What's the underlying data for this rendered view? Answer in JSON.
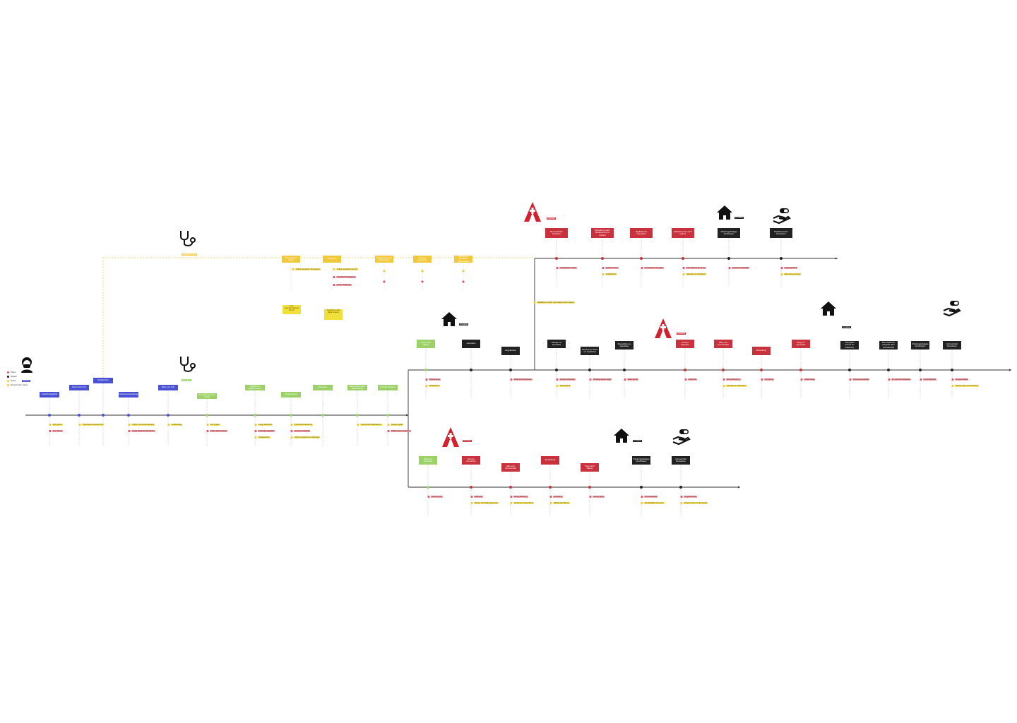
{
  "legend": {
    "items": [
      {
        "label": "Pains",
        "color": "#e0566c"
      },
      {
        "label": "Read-I",
        "color": "#111111"
      },
      {
        "label": "Gains",
        "color": "#f2c83b"
      },
      {
        "label": "Opportunity Gains",
        "color": "#f2c83b"
      }
    ],
    "persona_label": "Persona"
  },
  "colors": {
    "blue": "#4a52d3",
    "green": "#9bd167",
    "yellow": "#f2c83b",
    "red": "#c9313c",
    "black": "#222222",
    "line": "#333333"
  },
  "tags": {
    "doctor_top": "Arztpraxis Online",
    "doctor_main": "Arztpraxis",
    "home_mid": "zu Hause",
    "home_right": "zu Hause",
    "home_top": "zu Hause",
    "home_bottom": "zu Hause",
    "pharmacy_top": "Apotheke",
    "pharmacy_mid": "Apotheke",
    "pharmacy_bottom": "Apotheke"
  },
  "timeline_main": {
    "steps": [
      {
        "label": "Krankheitsgefühl",
        "color": "blue"
      },
      {
        "label": "Anruf beim Arzt",
        "color": "blue"
      },
      {
        "label": "Vergleichen",
        "color": "blue"
      },
      {
        "label": "Terminvereinbarung",
        "color": "blue"
      },
      {
        "label": "Weg zum Arzt",
        "color": "blue"
      },
      {
        "label": "Anmeldung in der Praxis",
        "color": "green"
      },
      {
        "label": "Warten im Wartezimmer",
        "color": "green"
      },
      {
        "label": "Arztgespräch",
        "color": "green"
      },
      {
        "label": "Diagnose",
        "color": "green"
      },
      {
        "label": "Besprechen der Behandlung",
        "color": "green"
      },
      {
        "label": "Rezept erhalten",
        "color": "green"
      }
    ],
    "notes": [
      [
        "Zeit sparen",
        "Kein Stress"
      ],
      [
        "Unsicherheit welcher Arzt"
      ],
      [],
      [
        "Online Terminvereinbarung",
        "Lange Wartezeit auf Termin"
      ],
      [
        "Anfahrtsweg"
      ],
      [
        "Zeit sparen",
        "Volles Wartezimmer"
      ],
      [
        "Lange Wartezeit",
        "Ansteckungsgefahr",
        "Unangenehm"
      ],
      [
        "Persönliche Beratung",
        "Arzt hat wenig Zeit",
        "Online Gespräch von Zuhause"
      ],
      [],
      [
        "Unsicherheit Medikament"
      ],
      [
        "Rezept digital",
        "Papierrezept vergessen"
      ]
    ]
  },
  "timeline_online": {
    "steps": [
      {
        "label": "Vorgespräch digital"
      },
      {
        "label": "Diagnose"
      },
      {
        "label": "Besprechen der Behandlung"
      },
      {
        "label": "Rezept ausstellen"
      },
      {
        "label": "Rezept an Apotheke übermitteln"
      }
    ],
    "notes": [
      [
        "Online Gespräch: Zeit sparen"
      ],
      [
        "Online Gespräch mit Arzt",
        "Unsicherheit Diagnose",
        "falsche Diagnose"
      ],
      [],
      [],
      []
    ],
    "stickies": [
      "Idee: Videosprechstunde mit Arzt",
      "Symptome vorab digital erfassen"
    ]
  },
  "timeline_top": {
    "steps": [
      {
        "label": "Bei Apotheke bestellen",
        "color": "red"
      },
      {
        "label": "Bestellung nach Medikament zu Patient",
        "color": "red"
      },
      {
        "label": "Medikament Übergabe",
        "color": "red"
      },
      {
        "label": "Medikamente nach Hause",
        "color": "red"
      },
      {
        "label": "Packungsbeilage durchlesen",
        "color": "black"
      },
      {
        "label": "Medikamenten Einnahme",
        "color": "black"
      }
    ],
    "notes": [
      [
        "Verfügbarkeit unklar"
      ],
      [
        "Lieferzeit hoch",
        "Unsicherheit"
      ],
      [
        "Kontaktlose Übergabe"
      ],
      [
        "Keine Beratung vor Ort",
        "Hinweise zur Einnahme"
      ],
      [
        "Schwer verständlich"
      ],
      [
        "Vergesslichkeit",
        "Erinnerung per App"
      ]
    ],
    "side_note": "Medikament direkt nach Hause liefern lassen"
  },
  "timeline_mid": {
    "steps": [
      {
        "label": "Weg nach Hause",
        "color": "green"
      },
      {
        "label": "Ausruhen",
        "color": "black"
      },
      {
        "label": "Ergebnisse",
        "color": "black"
      },
      {
        "label": "Rezept zur Apotheke",
        "color": "black"
      },
      {
        "label": "Rezept per Post zur Apotheke",
        "color": "black"
      },
      {
        "label": "Rezeptfoto an Apotheke",
        "color": "black"
      },
      {
        "label": "Rezept abgeben",
        "color": "red"
      },
      {
        "label": "Hilfe zum Arzneimittel",
        "color": "red"
      },
      {
        "label": "Bezahlung",
        "color": "red"
      },
      {
        "label": "Weg zur Apotheke",
        "color": "red"
      },
      {
        "label": "Übergabe Arznei an Patienten",
        "color": "black"
      },
      {
        "label": "Informationen Vergabe über Arzneimittel",
        "color": "black"
      },
      {
        "label": "Packungsbeilage durchlesen",
        "color": "black"
      },
      {
        "label": "Arzneimittel Einnahme",
        "color": "black"
      }
    ],
    "notes": [
      [
        "Anstrengung",
        "Zeitaufwand"
      ],
      [],
      [
        "Wartezeit Ergebnisse"
      ],
      [
        "Rezept vergessen",
        "Zeitaufwand"
      ],
      [
        "Postweg dauert lange"
      ],
      [
        "Datenschutz"
      ],
      [
        "Wartezeit"
      ],
      [
        "Wenig Beratung",
        "Hinweise zur Einnahme"
      ],
      [
        "Zuzahlung"
      ],
      [
        "Anfahrtsweg"
      ],
      [
        "Ansteckungsgefahr"
      ],
      [
        "Zu viele Informationen"
      ],
      [
        "Unverständlich"
      ],
      [
        "Vergesslichkeit",
        "Erinnerungen zur Einnahme"
      ]
    ]
  },
  "timeline_bottom": {
    "steps": [
      {
        "label": "Weg zur Apotheke",
        "color": "green"
      },
      {
        "label": "Rezept einreichen",
        "color": "red"
      },
      {
        "label": "Hilfe zum Arzneimittel",
        "color": "red"
      },
      {
        "label": "Bezahlung",
        "color": "red"
      },
      {
        "label": "Weg nach Hause",
        "color": "red"
      },
      {
        "label": "Packungsbeilage durchlesen",
        "color": "black"
      },
      {
        "label": "Arzneimittel Einnahme",
        "color": "black"
      }
    ],
    "notes": [
      [
        "Anstrengung"
      ],
      [
        "Wartezeit",
        "Rezept wird digital gesendet"
      ],
      [
        "Wenig Beratung",
        "Hinweise zur Einnahme"
      ],
      [
        "Zuzahlung",
        "Digitale Bezahlung"
      ],
      [
        "Anstrengung"
      ],
      [
        "Unverständlich",
        "Verständliche Hinweise"
      ],
      [
        "Vergesslichkeit",
        "Erinnerungen zur Einnahme"
      ]
    ]
  }
}
